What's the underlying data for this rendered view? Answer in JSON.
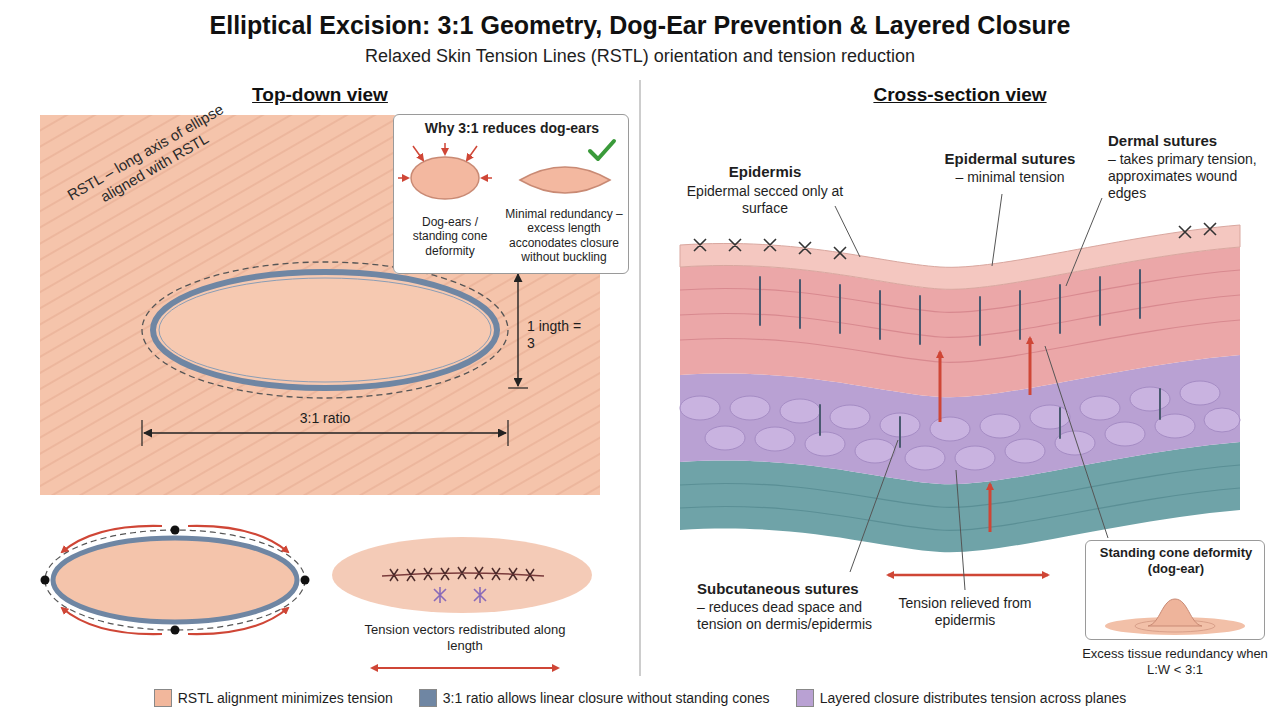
{
  "diagram": {
    "title": "Elliptical Excision: 3:1 Geometry, Dog-Ear Prevention & Layered Closure",
    "nodes": [
      {
        "text": [
          "Why 3:1 reduces dog-ears",
          "Dog-ears / standing cone deformity",
          "Minimal redundancy – excess length acconodates closure without buckling"
        ]
      },
      {
        "text": [
          "Standing cone deformity (dog-ear)"
        ]
      }
    ],
    "labels": [
      "Relaxed Skin Tension Lines (RSTL) orientation and tension reduction",
      "Top-down view",
      "Cross-section view",
      "RSTL – long axis of ellipse aligned with RSTL",
      "1 ingth = 3",
      "3:1 ratio",
      "Tension vectors redistributed along length",
      "Epidermis",
      "Epidermal secced only at surface",
      "Epidermal sutures",
      "– minimal tension",
      "Dermal sutures",
      "– takes primary tension, approximates wound edges",
      "Subcutaneous sutures",
      "– reduces dead space and tension on dermis/epidermis",
      "Tension relieved from epidermis",
      "Excess tissue redundancy when L:W < 3:1"
    ],
    "legend": [
      {
        "text": "RSTL alignment minimizes tension",
        "color": "#f2b79c"
      },
      {
        "text": "3:1 ratio allows linear closure without standing cones",
        "color": "#6f86a3"
      },
      {
        "text": "Layered closure distributes tension across planes",
        "color": "#b9a1d3"
      }
    ]
  }
}
